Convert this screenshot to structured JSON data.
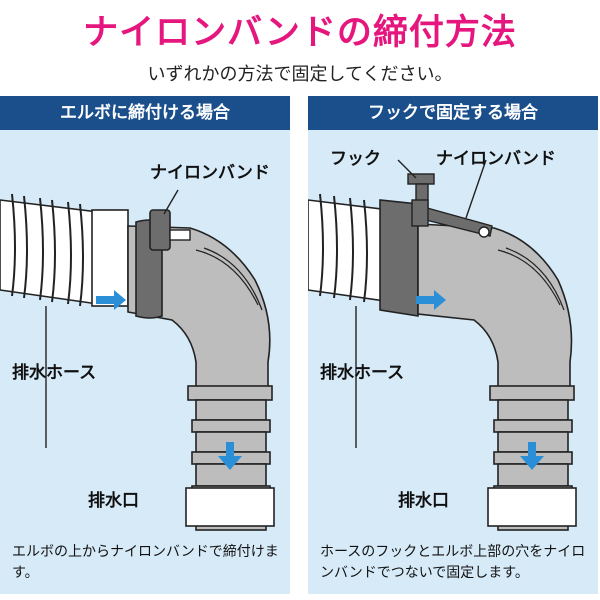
{
  "title": "ナイロンバンドの締付方法",
  "subtitle": "いずれかの方法で固定してください。",
  "panels": {
    "left": {
      "header": "エルボに締付ける場合",
      "label_band": "ナイロンバンド",
      "label_hose": "排水ホース",
      "label_drain": "排水口",
      "caption": "エルボの上からナイロンバンドで締付けます。"
    },
    "right": {
      "header": "フックで固定する場合",
      "label_hook": "フック",
      "label_band": "ナイロンバンド",
      "label_hose": "排水ホース",
      "label_drain": "排水口",
      "caption": "ホースのフックとエルボ上部の穴をナイロンバンドでつないで固定します。"
    }
  },
  "colors": {
    "title": "#e5177e",
    "header_bg": "#1a4f8c",
    "panel_bg": "#d6eaf7",
    "arrow": "#2a8fd6",
    "elbow": "#bdbdbd",
    "band": "#6d6d6d"
  }
}
